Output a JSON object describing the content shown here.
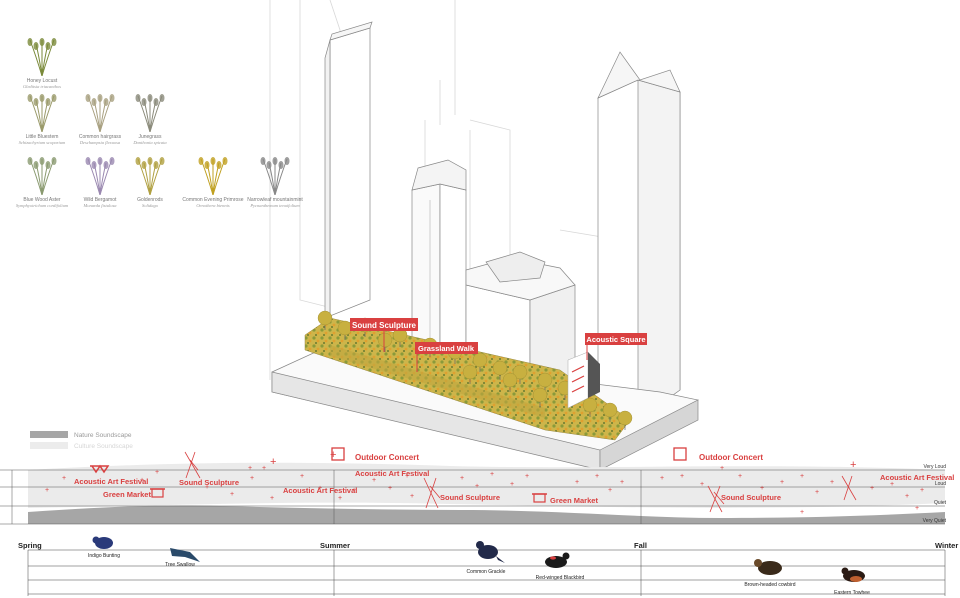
{
  "plants": [
    {
      "common": "Honey Locust",
      "latin": "Gleditsia triacanthos",
      "color": "#7a8a3a"
    },
    {
      "common": "Little Bluestem",
      "latin": "Schizachyrium scoparium",
      "color": "#9a9a6a"
    },
    {
      "common": "Common hairgrass",
      "latin": "Deschampsia flexuosa",
      "color": "#a8a080"
    },
    {
      "common": "Junegrass",
      "latin": "Danthonia spicata",
      "color": "#8a8a7a"
    },
    {
      "common": "Blue Wood Aster",
      "latin": "Symphyotrichum cordifolium",
      "color": "#8a9a70"
    },
    {
      "common": "Wild Bergamot",
      "latin": "Monarda fistulosa",
      "color": "#9a88b0"
    },
    {
      "common": "Goldenrods",
      "latin": "Solidago",
      "color": "#b0a040"
    },
    {
      "common": "Common Evening Primrose",
      "latin": "Oenothera biennis",
      "color": "#c0a020"
    },
    {
      "common": "Narrowleaf mountainmint",
      "latin": "Pycnanthemum tenuifolium",
      "color": "#888888"
    }
  ],
  "map_labels": {
    "sound_sculpture": "Sound Sculpture",
    "grassland_walk": "Grassland  Walk",
    "acoustic_square": "Acoustic Square"
  },
  "legend": {
    "nature": "Nature Soundscape",
    "culture": "Culture Soundscape"
  },
  "levels": [
    "Very Loud",
    "Loud",
    "Quiet",
    "Very Quiet"
  ],
  "events": {
    "outdoor_concert": "Outdoor Concert",
    "acoustic_art_festival": "Acoustic Art Festival",
    "green_market": "Green Market",
    "sound_sculpture": "Sound Sculpture"
  },
  "seasons": [
    "Spring",
    "Summer",
    "Fall",
    "Winter"
  ],
  "birds": [
    {
      "name": "Indigo Bunting",
      "color": "#2a3a7a"
    },
    {
      "name": "Tree Swallow",
      "color": "#2a4a6a"
    },
    {
      "name": "Common Grackle",
      "color": "#222a4a"
    },
    {
      "name": "Red-winged Blackbird",
      "color": "#1a1a1a"
    },
    {
      "name": "Brown-headed cowbird",
      "color": "#3a2a1a"
    },
    {
      "name": "Eastern Towhee",
      "color": "#2a1a14"
    }
  ],
  "colors": {
    "accent_red": "#d94040",
    "nature_band": "#a6a6a6",
    "culture_band": "#e8e8e8",
    "foliage": "#c8b040"
  }
}
